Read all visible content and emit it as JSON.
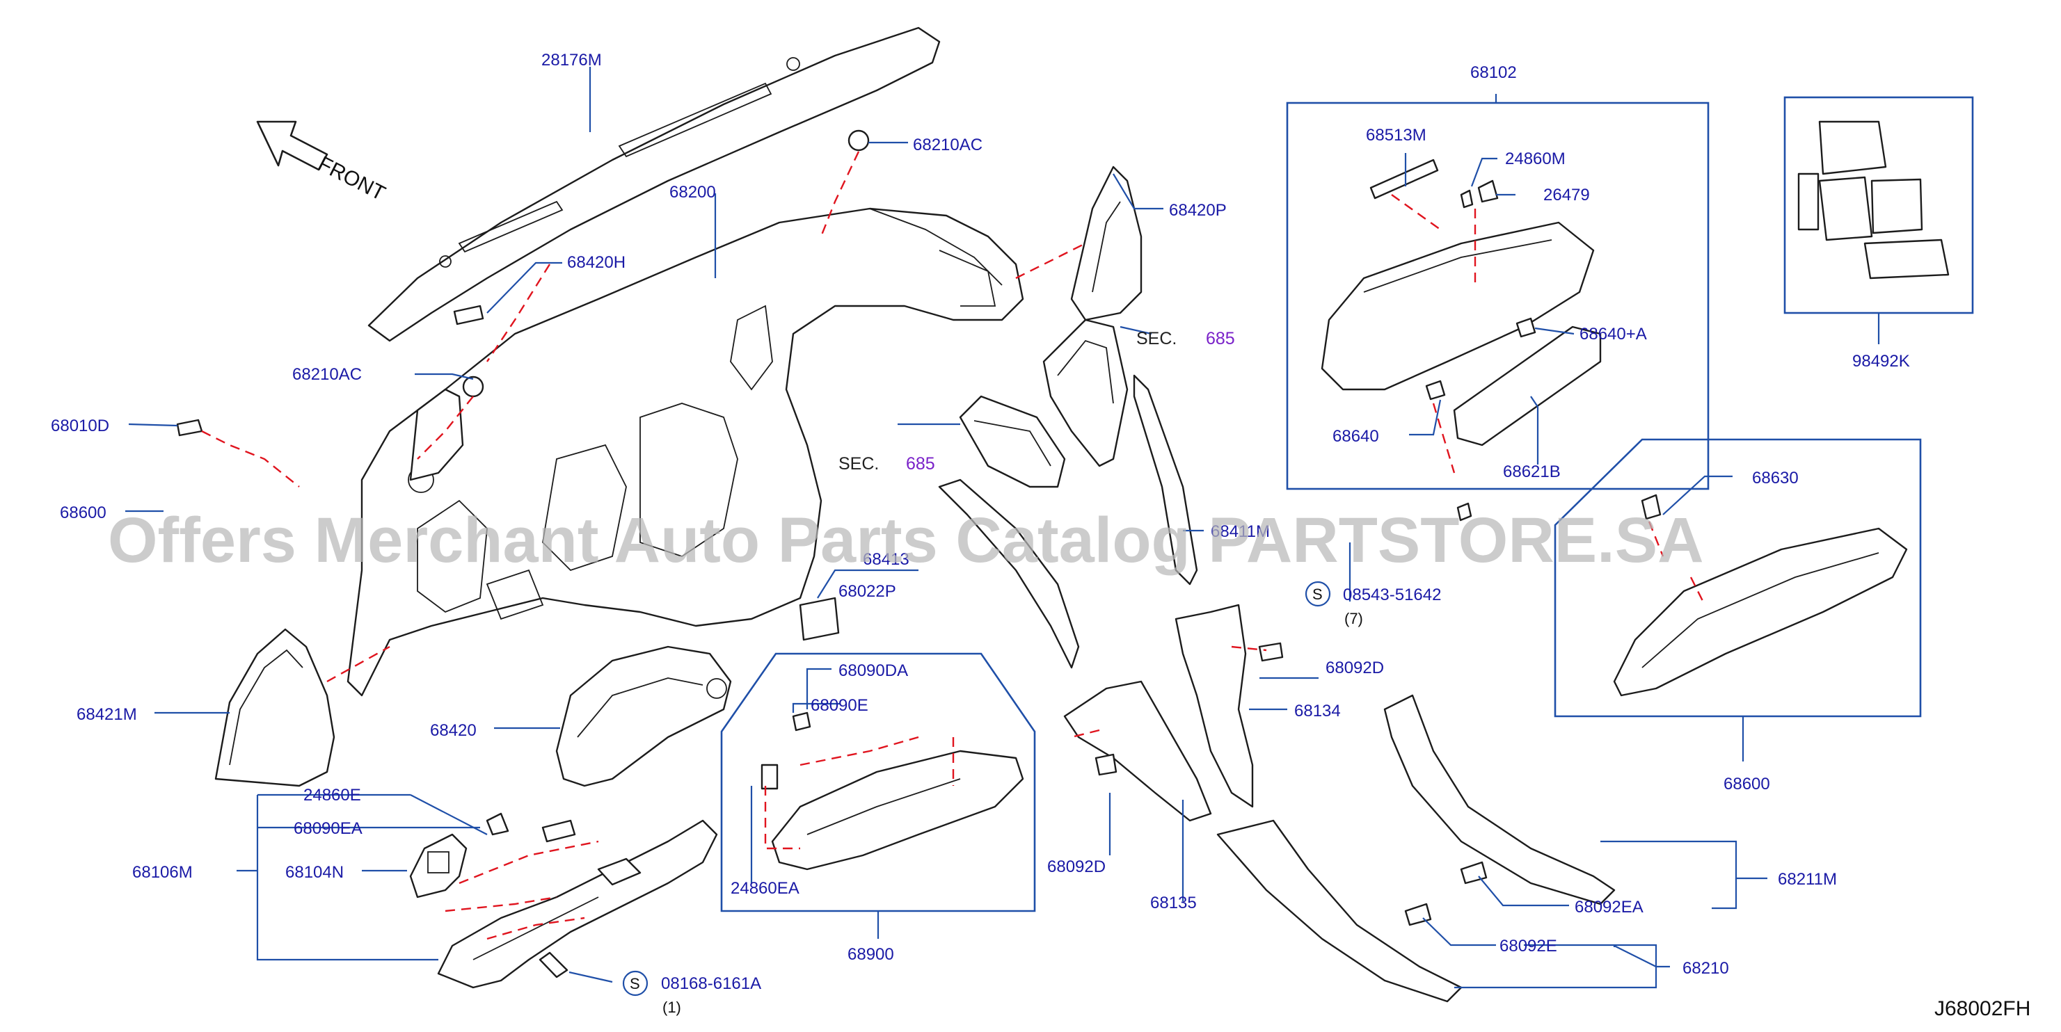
{
  "diagram": {
    "code": "J68002FH",
    "watermark": "Offers Merchant Auto Parts Catalog PARTSTORE.SA",
    "front_label": "FRONT",
    "sec_label": "SEC.",
    "sec_ref": "685",
    "screw_symbol": "S",
    "labels": {
      "p28176M": "28176M",
      "p68210AC_top": "68210AC",
      "p68200": "68200",
      "p68420H": "68420H",
      "p68210AC_left": "68210AC",
      "p68010D": "68010D",
      "p68600_left": "68600",
      "p68421M": "68421M",
      "p68420": "68420",
      "p24860E": "24860E",
      "p68090EA": "68090EA",
      "p68106M": "68106M",
      "p68104N": "68104N",
      "p08168": "08168-6161A",
      "q1": "(1)",
      "p68413": "68413",
      "p68022P": "68022P",
      "p68090DA": "68090DA",
      "p68090E": "68090E",
      "p24860EA": "24860EA",
      "p68900": "68900",
      "p68092D_mid": "68092D",
      "p68135": "68135",
      "p68420P": "68420P",
      "p68411M": "68411M",
      "p08543": "08543-51642",
      "q7": "(7)",
      "p68092D_right": "68092D",
      "p68134": "68134",
      "p68102": "68102",
      "p68513M": "68513M",
      "p24860M": "24860M",
      "p26479": "26479",
      "p68640A": "68640+A",
      "p68640": "68640",
      "p68621B": "68621B",
      "p98492K": "98492K",
      "p68630": "68630",
      "p68600_right": "68600",
      "p68211M": "68211M",
      "p68092EA": "68092EA",
      "p68092E": "68092E",
      "p68210": "68210"
    }
  }
}
